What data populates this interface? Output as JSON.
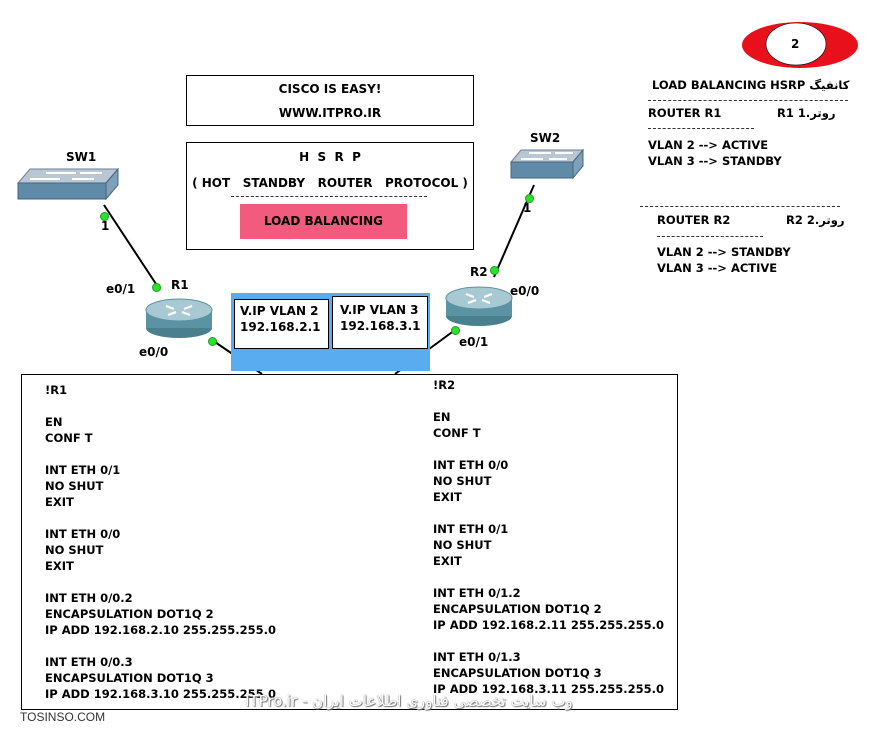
{
  "badge": {
    "number": "2"
  },
  "title_box": {
    "line1": "CISCO IS EASY!",
    "line2": "WWW.ITPRO.IR"
  },
  "hsrp_box": {
    "acronym": "H  S  R  P",
    "expansion": "( HOT   STANDBY   ROUTER   PROTOCOL )",
    "button": "LOAD BALANCING"
  },
  "colors": {
    "button_pink": "#f25a7e",
    "vip_blue": "#5aacf0",
    "badge_red": "#e8101a",
    "port_green": "#2ee02e"
  },
  "devices": {
    "sw1": {
      "label": "SW1",
      "port": "1"
    },
    "sw2": {
      "label": "SW2",
      "port": "1"
    },
    "r1": {
      "label": "R1",
      "port_top": "e0/1",
      "port_bottom": "e0/0"
    },
    "r2": {
      "label": "R2",
      "port_top": "e0/0",
      "port_bottom": "e0/1"
    }
  },
  "vip": [
    {
      "title": "V.IP VLAN 2",
      "ip": "192.168.2.1"
    },
    {
      "title": "V.IP VLAN 3",
      "ip": "192.168.3.1"
    }
  ],
  "side_notes": {
    "heading": "LOAD BALANCING HSRP کانفیگ",
    "r1": {
      "title": "ROUTER R1",
      "tag": "R1 روتر.1",
      "lines": [
        "VLAN 2 --> ACTIVE",
        "VLAN 3 --> STANDBY"
      ]
    },
    "r2": {
      "title": "ROUTER R2",
      "tag": "R2 روتر.2",
      "lines": [
        "VLAN 2 --> STANDBY",
        "VLAN 3 --> ACTIVE"
      ]
    }
  },
  "config_r1": {
    "header": "!R1",
    "lines": "EN\nCONF T\n\nINT ETH 0/1\nNO SHUT\nEXIT\n\nINT ETH 0/0\nNO SHUT\nEXIT\n\nINT ETH 0/0.2\nENCAPSULATION DOT1Q 2\nIP ADD 192.168.2.10 255.255.255.0\n\nINT ETH 0/0.3\nENCAPSULATION DOT1Q 3\nIP ADD 192.168.3.10 255.255.255.0"
  },
  "config_r2": {
    "header": "!R2",
    "lines": "EN\nCONF T\n\nINT ETH 0/0\nNO SHUT\nEXIT\n\nINT ETH 0/1\nNO SHUT\nEXIT\n\nINT ETH 0/1.2\nENCAPSULATION DOT1Q 2\nIP ADD 192.168.2.11 255.255.255.0\n\nINT ETH 0/1.3\nENCAPSULATION DOT1Q 3\nIP ADD 192.168.3.11 255.255.255.0"
  },
  "footer": {
    "left": "TOSINSO.COM",
    "watermark": "ITPro.ir - وب سایت تخصصی فناوری اطلاعات ایران"
  }
}
